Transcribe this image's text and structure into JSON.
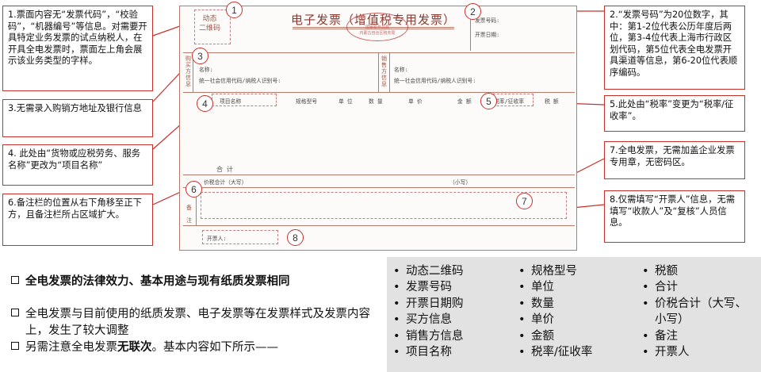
{
  "notes_left": [
    "1.票面内容无“发票代码”，“校验码”，“机器编号”等信息。对需要开具特定业务发票的试点纳税人，在开具全电发票时，票面左上角会展示该业务类型的字样。",
    "3.无需录入购销方地址及银行信息",
    "4. 此处由“货物或应税劳务、服务名称”更改为“项目名称”",
    "6.备注栏的位置从右下角移至正下方，且备注栏所占区域扩大。"
  ],
  "notes_right": [
    "2.“发票号码”为20位数字，其中：第1-2位代表公历年度后两位，第3-4位代表上海市行政区划代码，第5位代表全电发票开具渠道等信息，第6-20位代表顺序编码。",
    "5.此处由“税率”变更为“税率/征收率”。",
    "7.全电发票，无需加盖企业发票专用章，无密码区。",
    "8.仅需填写“开票人”信息，无需填写“收款人”及“复核”人员信息。"
  ],
  "markers": [
    "1",
    "2",
    "3",
    "4",
    "5",
    "6",
    "7",
    "8"
  ],
  "invoice": {
    "qr_label": "动态\n二维码",
    "title": "电子发票（增值税专用发票）",
    "seal_text": "国家税务总局\n内蒙古自治区税务局",
    "invoice_no_label": "发票号码:",
    "invoice_date_label": "开票日期:",
    "buyer_side": "购\n买\n方\n信\n息",
    "seller_side": "销\n售\n方\n信\n息",
    "name_label": "名称:",
    "tax_id_label": "统一社会信用代码/纳税人识别号:",
    "cols": [
      "项目名称",
      "规格型号",
      "单 位",
      "数 量",
      "单 价",
      "金 额",
      "税率/征收率",
      "税 额"
    ],
    "total_label": "合 计",
    "total_prefix": "合",
    "price_tax_total": "价税合计（大写）",
    "small_write": "（小写）",
    "remarks": "备\n注",
    "issuer": "开票人:"
  },
  "bottom_lines": [
    "全电发票的法律效力、基本用途与现有纸质发票相同",
    "全电发票与目前使用的纸质发票、电子发票等在发票样式及发票内容上，发生了较大调整",
    "另需注意全电发票",
    "无联次",
    "。基本内容如下所示——"
  ],
  "contents_col1": [
    "动态二维码",
    "发票号码",
    "开票日期购",
    "买方信息",
    "销售方信息",
    "项目名称"
  ],
  "contents_col2": [
    "规格型号",
    "单位",
    "数量",
    "单价",
    "金额",
    "税率/征收率"
  ],
  "contents_col3": [
    "税额",
    "合计",
    "价税合计（大写、",
    "小写）",
    "备注",
    "开票人"
  ],
  "colors": {
    "accent_red": "#c8302a",
    "invoice_border": "#b87a6a",
    "panel_gray": "#e2e2e2"
  }
}
